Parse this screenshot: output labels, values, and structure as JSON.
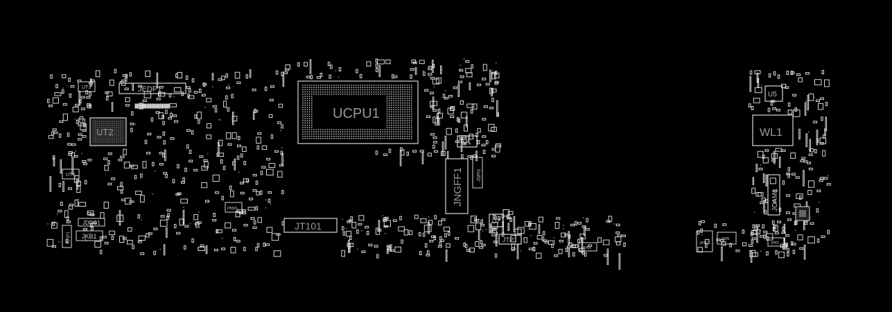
{
  "colors": {
    "background": "#000000",
    "outline": "#d8d8d8",
    "label": "#bdbdbd",
    "dot": "#3aa6b9",
    "fill": "#2a2a2a"
  },
  "labels": {
    "ucpu1": "UCPU1",
    "ut2": "UT2",
    "wl1": "WL1",
    "jngff1": "JNGFF1",
    "jt101": "JT101",
    "jedp1": "JEDP1",
    "u5": "U5",
    "u1": "U1",
    "u7": "U7",
    "jtp1": "JTP1",
    "jcam1": "JCAM1",
    "ut3": "UT3",
    "ut4": "UT4",
    "jdeg1": "JDEG1",
    "jkb1": "JKB1",
    "jspi1": "JSPI1",
    "jesp1": "JESP1",
    "jfan1": "JFAN",
    "jrtc1": "JRTC1",
    "jfan2": "JFAN",
    "jpp2": "JPP2",
    "pb": "PB501"
  }
}
